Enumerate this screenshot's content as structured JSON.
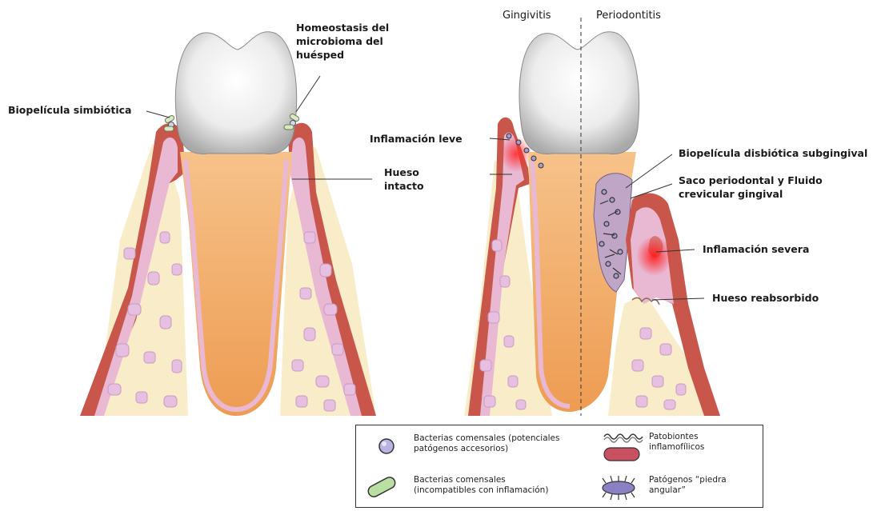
{
  "panel_headers": {
    "left": "Gingivitis",
    "right": "Periodontitis"
  },
  "labels": {
    "homeostasis": [
      "Homeostasis del",
      "microbioma del",
      "huésped"
    ],
    "biopelicula_simbiotica": "Biopelícula simbiótica",
    "hueso_intacto": [
      "Hueso",
      "intacto"
    ],
    "inflamacion_leve": "Inflamación leve",
    "biopelicula_disbiotica": "Biopelícula disbiótica subgingival",
    "saco_periodontal": [
      "Saco periodontal y Fluido",
      "crevicular gingival"
    ],
    "inflamacion_severa": "Inflamación severa",
    "hueso_reabsorbido": "Hueso reabsorbido"
  },
  "legend": {
    "items": [
      {
        "icon": "round-bacterium-icon",
        "text": [
          "Bacterias comensales (potenciales",
          "patógenos accesorios)"
        ]
      },
      {
        "icon": "wavy-pathobiont-icon",
        "text": [
          "Patobiontes",
          "inflamofílicos"
        ]
      },
      {
        "icon": "rod-bacterium-icon",
        "text": [
          "Bacterias comensales",
          "(incompatibles con inflamación)"
        ]
      },
      {
        "icon": "spiky-pathogen-icon",
        "text": [
          "Patógenos “piedra",
          "angular”"
        ]
      }
    ]
  },
  "colors": {
    "enamel": "#f2f2f2",
    "dentin": "#f2b06e",
    "gum": "#c9564a",
    "ligament": "#e9b8d3",
    "bone": "#f9ecc8",
    "marrow": "#e7bfe0",
    "inflammation": "#e0202e"
  }
}
